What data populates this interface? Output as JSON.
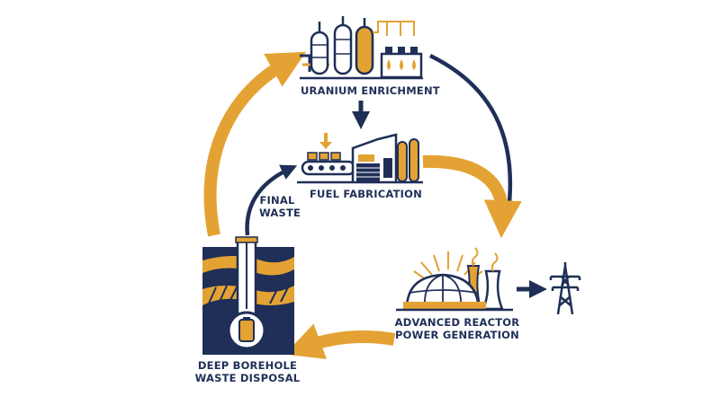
{
  "stages": {
    "enrichment": {
      "label": "URANIUM ENRICHMENT"
    },
    "fabrication": {
      "label": "FUEL FABRICATION"
    },
    "reactor": {
      "label_line1": "ADVANCED REACTOR",
      "label_line2": "POWER GENERATION"
    },
    "disposal": {
      "label_line1": "DEEP BOREHOLE",
      "label_line2": "WASTE DISPOSAL"
    }
  },
  "flows": {
    "final_waste_line1": "FINAL",
    "final_waste_line2": "WASTE"
  },
  "colors": {
    "navy": "#1f2f57",
    "gold": "#e3a233",
    "white": "#ffffff"
  },
  "icons": {
    "enrichment": "uranium-enrichment-plant-icon",
    "fabrication": "fuel-fabrication-factory-icon",
    "reactor": "reactor-dome-cooling-towers-icon",
    "grid": "power-pylon-icon",
    "disposal": "deep-borehole-icon"
  }
}
